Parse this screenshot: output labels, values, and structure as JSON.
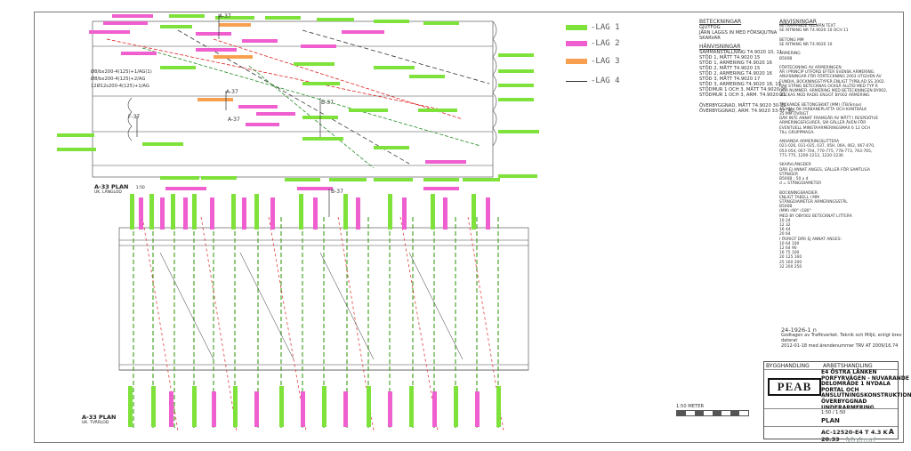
{
  "legend": [
    {
      "label": "-LAG 1",
      "color": "#7ee23a"
    },
    {
      "label": "-LAG 2",
      "color": "#ef5fcf"
    },
    {
      "label": "-LAG 3",
      "color": "#f8a050"
    },
    {
      "label": "-LAG 4",
      "color": "#333333"
    }
  ],
  "plans": {
    "upper_title": "A-33 PLAN",
    "upper_sub": "UK. LÅNGLOD",
    "upper_scale": "1:50",
    "lower_title": "A-33 PLAN",
    "lower_sub": "UK. TVÄRLOD"
  },
  "section_marks": [
    "A-37",
    "A-37",
    "A-37",
    "F-37",
    "B-37",
    "B-37"
  ],
  "notes_right": {
    "h1": "BETECKNINGAR",
    "h1_lines": [
      "GJUTFOG",
      "JÄRN LAGGS IN MED FÖRSKJUTNA",
      "SKARVAR"
    ],
    "h2": "HÄNVISNINGAR",
    "h2_lines": [
      "SAMMANSTÄLLNING        T4.9020 10, 11",
      "STÖD 1, MÅTT          T4.9020 15",
      "STÖD 1, ARMERING      T4.9020 16",
      "STÖD 2, MÅTT          T4.9020 15",
      "STÖD 2, ARMERING      T4.9020 16",
      "STÖD 3, MÅTT          T4.9020 17",
      "STÖD 3, ARMERING      T4.9020 18, 19",
      "STÖDMUR 1 OCH 3, MÅTT  T4.9020 20",
      "STÖDMUR 1 OCH 3, ARM.  T4.9020 21",
      "",
      "ÖVERBYGGNAD, MÅTT      T4.9020 30-32",
      "ÖVERBYGGNAD, ARM.      T4.9020 33-37, 40"
    ],
    "h3": "ANVISNINGAR",
    "h3_lines": [
      "BETRÄFFANDE ALLMÄN TEXT",
      "SE RITNING NR T4.9020 10 OCH 11",
      "",
      "BETONG MM",
      "SE RITNING NR T4.9020 10",
      "",
      "ARMERING",
      "B500B",
      "",
      "FÖRTECKNING AV ARMERINGEN",
      "ÄR I PRINCIP UTFÖRD EFTER SVENSK ARMERING.",
      "ANVISNINGAR FÖR FÖRTECKNING 2003 UTGIVEN AV",
      "FUNDIA. BOCKNINGSTYPER ENLIGT TYPBLAD SS 2002.",
      "RAK STÅNG BETECKNAS OCKSÅ ALLTID MED TYP R",
      "OCH NUMMER. ARMERING MED BETECKNINGEN BY002,",
      "BOCKAS MED RADIE ENLIGT BY002 ARMERING",
      "",
      "TÄCKANDE BETONGSKIKT (MM) (TB/Smax)",
      "45 MM I ÖK FARBANEPLATTA OCH KANTBALK",
      "35 MM ÖVRIGT",
      "DÄR INTE ANNAT FRAMGÅR AV MÅTT I RESPEKTIVE",
      "ARMERINGSFIGURER, SM GÄLLER ÄVEN FÖR",
      "EVENTUELL MINSTAARMERINGSMAX 6 12 OCH",
      "TILL GRUPPMAGA.",
      "",
      "ANVANDA ARMERINGSLITTERA",
      "021-026, 031-035, 037, 05H, 06A, 062, 067-070,",
      "053-054, 067-704, 770-775, 778-773, 763-765,",
      "771-775, 1200-1212, 1220-1236",
      "",
      "SKARVLÄNGDER",
      "DÄR EJ ANNAT ANGES, GÄLLER FÖR SAMTLIGA",
      "STÅNGER",
      "B500B : 50 x d",
      "d = STÅNGDIAMETER",
      "",
      "BOCKNINGSRADIER",
      "ENLIGT TABELL I MM",
      "STÅNGDIAMETER   ARMERINGSSTÅL",
      "                 B500B",
      "(MM)      r90°     r180°",
      "MED BY OBY002 BETECKNAT LITTERA",
      "10         24",
      "12         32",
      "16         44",
      "20         64",
      "I ÖVRIGT DÄR EJ ANNAT ANGES:",
      "10         64       100",
      "12         64        90",
      "16         75       100",
      "20        125       160",
      "25        160       200",
      "32        200       250"
    ]
  },
  "revision_note": {
    "line1": "24-1926-1 n",
    "line2": "Godtagen av Trafikverket. Teknik och Miljö, enligt brev daterat",
    "line3": "2012-01-18 med ärendenummer TRV AT 2009/16.74"
  },
  "title_block": {
    "company": "PEAB",
    "phase_left": "BYGGHANDLING",
    "phase_right": "ARBETSHANDLING",
    "project_lines": [
      "E4 ÖSTRA LÄNKEN",
      "PORFYRVÄGEN - NUVARANDE E4",
      "DELOMRÅDE 1 NYDALA",
      "PORTAL OCH ANSLUTNINGSKONSTRUKTIONER",
      "ÖVERBYGGNAD",
      "UNDERARMERING"
    ],
    "scale": "1:50 / 1:50",
    "drawing_type": "PLAN",
    "drawing_number": "AC-12520-E4 T 4.3 K 20.33",
    "revision": "A",
    "signature": "Moland"
  },
  "scale_bar_label": "1:50 METER",
  "label_tags": [
    {
      "text": "Ø8/bx200-4(125)+1/AG(1)",
      "color": "#7ee23a"
    },
    {
      "text": "Ø8/bx200-4(125)+2/AG",
      "color": "#ef5fcf"
    },
    {
      "text": "12Ø12s200-4(125)+1/AG",
      "color": "#f8a050"
    }
  ]
}
